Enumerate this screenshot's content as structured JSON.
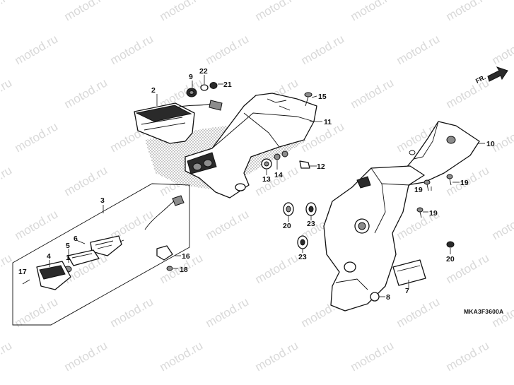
{
  "diagram": {
    "code": "MKA3F3600A",
    "direction_marker": "FR.",
    "watermark": "motod.ru",
    "callouts": [
      {
        "id": "c1",
        "text": "2"
      },
      {
        "id": "c2",
        "text": "9"
      },
      {
        "id": "c3",
        "text": "22"
      },
      {
        "id": "c4",
        "text": "21"
      },
      {
        "id": "c5",
        "text": "15"
      },
      {
        "id": "c6",
        "text": "11"
      },
      {
        "id": "c7",
        "text": "10"
      },
      {
        "id": "c8",
        "text": "12"
      },
      {
        "id": "c9",
        "text": "13"
      },
      {
        "id": "c10",
        "text": "14"
      },
      {
        "id": "c11",
        "text": "3"
      },
      {
        "id": "c12",
        "text": "6"
      },
      {
        "id": "c13",
        "text": "5"
      },
      {
        "id": "c14",
        "text": "4"
      },
      {
        "id": "c15",
        "text": "1"
      },
      {
        "id": "c16",
        "text": "17"
      },
      {
        "id": "c17",
        "text": "16"
      },
      {
        "id": "c18",
        "text": "18"
      },
      {
        "id": "c19",
        "text": "20"
      },
      {
        "id": "c20",
        "text": "23"
      },
      {
        "id": "c21",
        "text": "23"
      },
      {
        "id": "c22",
        "text": "19"
      },
      {
        "id": "c23",
        "text": "19"
      },
      {
        "id": "c24",
        "text": "19"
      },
      {
        "id": "c25",
        "text": "20"
      },
      {
        "id": "c26",
        "text": "7"
      },
      {
        "id": "c27",
        "text": "8"
      }
    ]
  }
}
